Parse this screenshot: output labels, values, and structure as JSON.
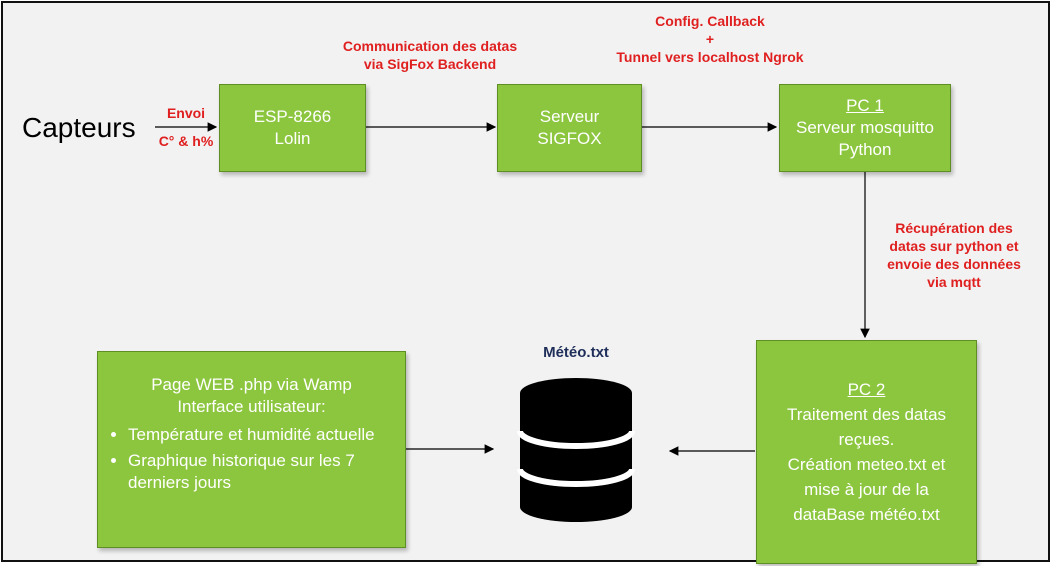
{
  "capteurs": "Capteurs",
  "labels": {
    "envoi": [
      "Envoi",
      "C° & h%"
    ],
    "comm": [
      "Communication des datas",
      "via SigFox Backend"
    ],
    "config": [
      "Config. Callback",
      "+",
      "Tunnel vers localhost Ngrok"
    ],
    "recup": [
      "Récupération des",
      "datas sur python et",
      "envoie des données",
      "via mqtt"
    ]
  },
  "boxes": {
    "esp": [
      "ESP-8266",
      "Lolin"
    ],
    "sigfox": [
      "Serveur",
      "SIGFOX"
    ],
    "pc1": {
      "title": "PC 1",
      "lines": [
        "Serveur mosquitto",
        "Python"
      ]
    },
    "pc2": {
      "title": "PC 2",
      "lines": [
        "Traitement des datas",
        "reçues.",
        "Création meteo.txt et",
        "mise à jour de la",
        "dataBase météo.txt"
      ]
    },
    "web": {
      "lines": [
        "Page WEB .php via Wamp",
        "Interface utilisateur:"
      ],
      "bullets": [
        "Température et humidité actuelle",
        "Graphique historique sur les 7 derniers jours"
      ]
    }
  },
  "database_label": "Météo.txt",
  "colors": {
    "box": "#8cc63f",
    "label": "#e02020",
    "db": "#000000"
  }
}
